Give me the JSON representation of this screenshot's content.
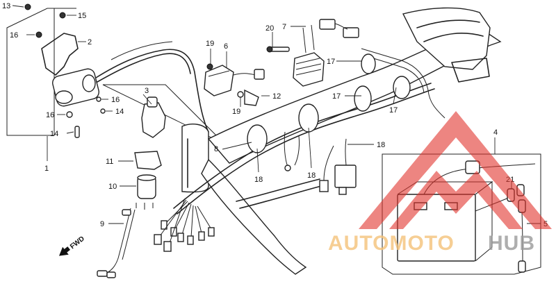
{
  "callouts": {
    "c13": "13",
    "c15": "15",
    "c16a": "16",
    "c2": "2",
    "c16b": "16",
    "c16c": "16",
    "c14a": "14",
    "c14b": "14",
    "c1": "1",
    "c3": "3",
    "c11": "11",
    "c10": "10",
    "c9": "9",
    "c19a": "19",
    "c6": "6",
    "c19b": "19",
    "c12": "12",
    "c20": "20",
    "c7": "7",
    "c17a": "17",
    "c17b": "17",
    "c17c": "17",
    "c8": "8",
    "c18a": "18",
    "c18b": "18",
    "c18c": "18",
    "c4": "4",
    "c21": "21",
    "c5": "5"
  },
  "fwd_label": "FWD",
  "watermark": {
    "word_a": "AUTOMOTO",
    "word_b": "HUB",
    "color_a": "#f5c37a",
    "color_b": "#9a9a9a",
    "logo_color": "#e0342c"
  }
}
